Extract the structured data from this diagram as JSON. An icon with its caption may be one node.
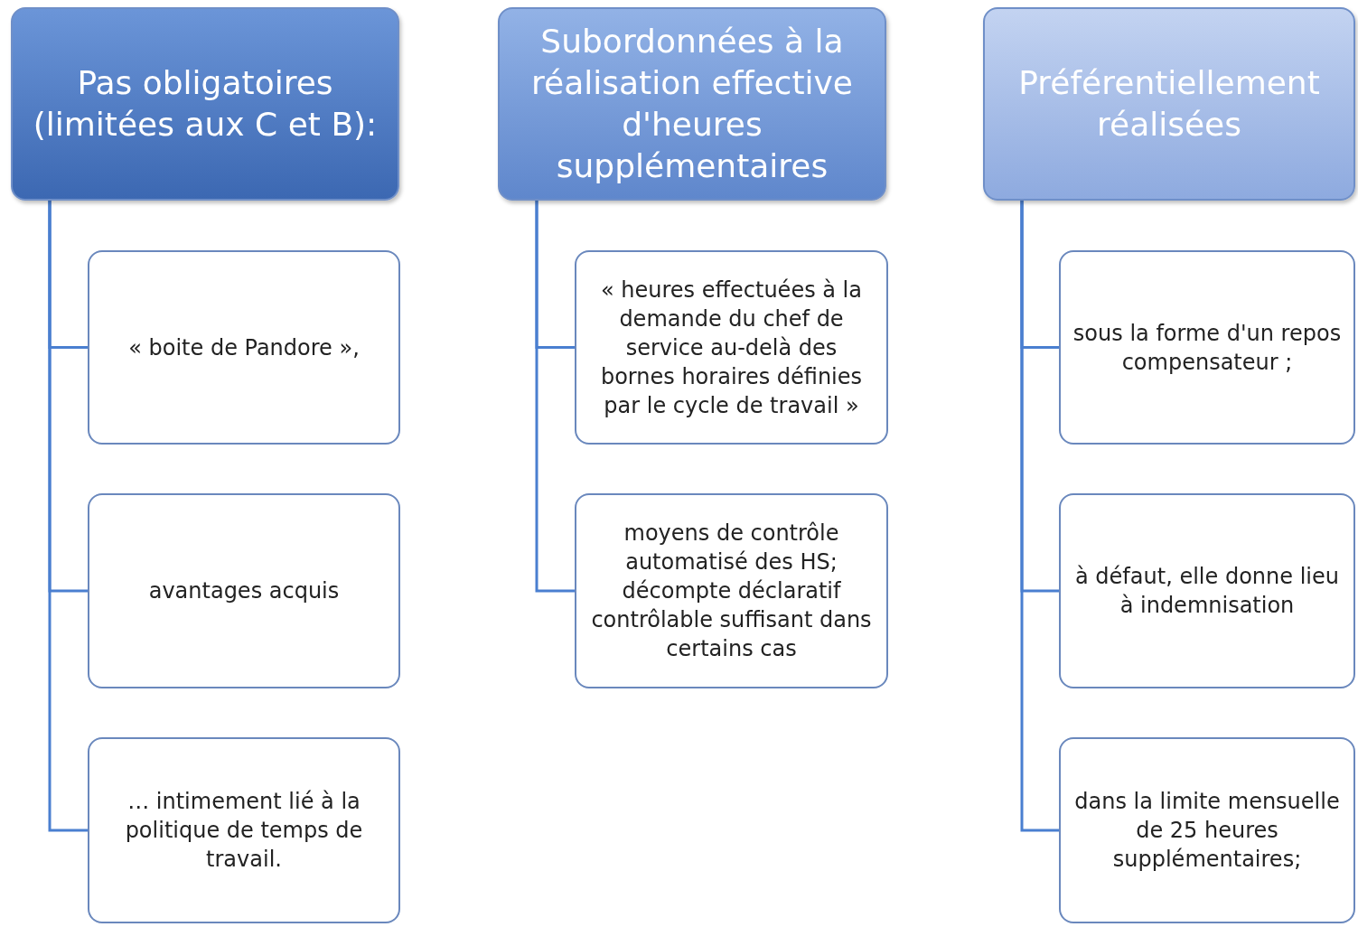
{
  "diagram": {
    "nodes": [
      {
        "text": [
          "Pas obligatoires (limitées aux C et B):"
        ]
      },
      {
        "text": [
          "« boite de Pandore »,"
        ]
      },
      {
        "text": [
          "avantages acquis"
        ]
      },
      {
        "text": [
          "… intimement lié à la politique de temps de travail."
        ]
      },
      {
        "text": [
          "Subordonnées à la réalisation effective d'heures supplémentaires"
        ]
      },
      {
        "text": [
          "«  heures effectuées à la demande du chef de service au-delà des bornes horaires définies par le cycle de travail »"
        ]
      },
      {
        "text": [
          "moyens de contrôle automatisé des HS; décompte déclaratif contrôlable suffisant dans certains cas"
        ]
      },
      {
        "text": [
          "Préférentiellement réalisées"
        ]
      },
      {
        "text": [
          "sous la forme d'un repos compensateur ;"
        ]
      },
      {
        "text": [
          "à défaut, elle donne lieu à indemnisation"
        ]
      },
      {
        "text": [
          "dans la limite mensuelle de 25 heures supplémentaires;"
        ]
      }
    ],
    "edges": [
      {
        "from": 0,
        "to": 1,
        "arrow": "none"
      },
      {
        "from": 0,
        "to": 2,
        "arrow": "none"
      },
      {
        "from": 0,
        "to": 3,
        "arrow": "none"
      },
      {
        "from": 4,
        "to": 5,
        "arrow": "none"
      },
      {
        "from": 4,
        "to": 6,
        "arrow": "none"
      },
      {
        "from": 7,
        "to": 8,
        "arrow": "none"
      },
      {
        "from": 7,
        "to": 9,
        "arrow": "none"
      },
      {
        "from": 7,
        "to": 10,
        "arrow": "none"
      }
    ]
  }
}
